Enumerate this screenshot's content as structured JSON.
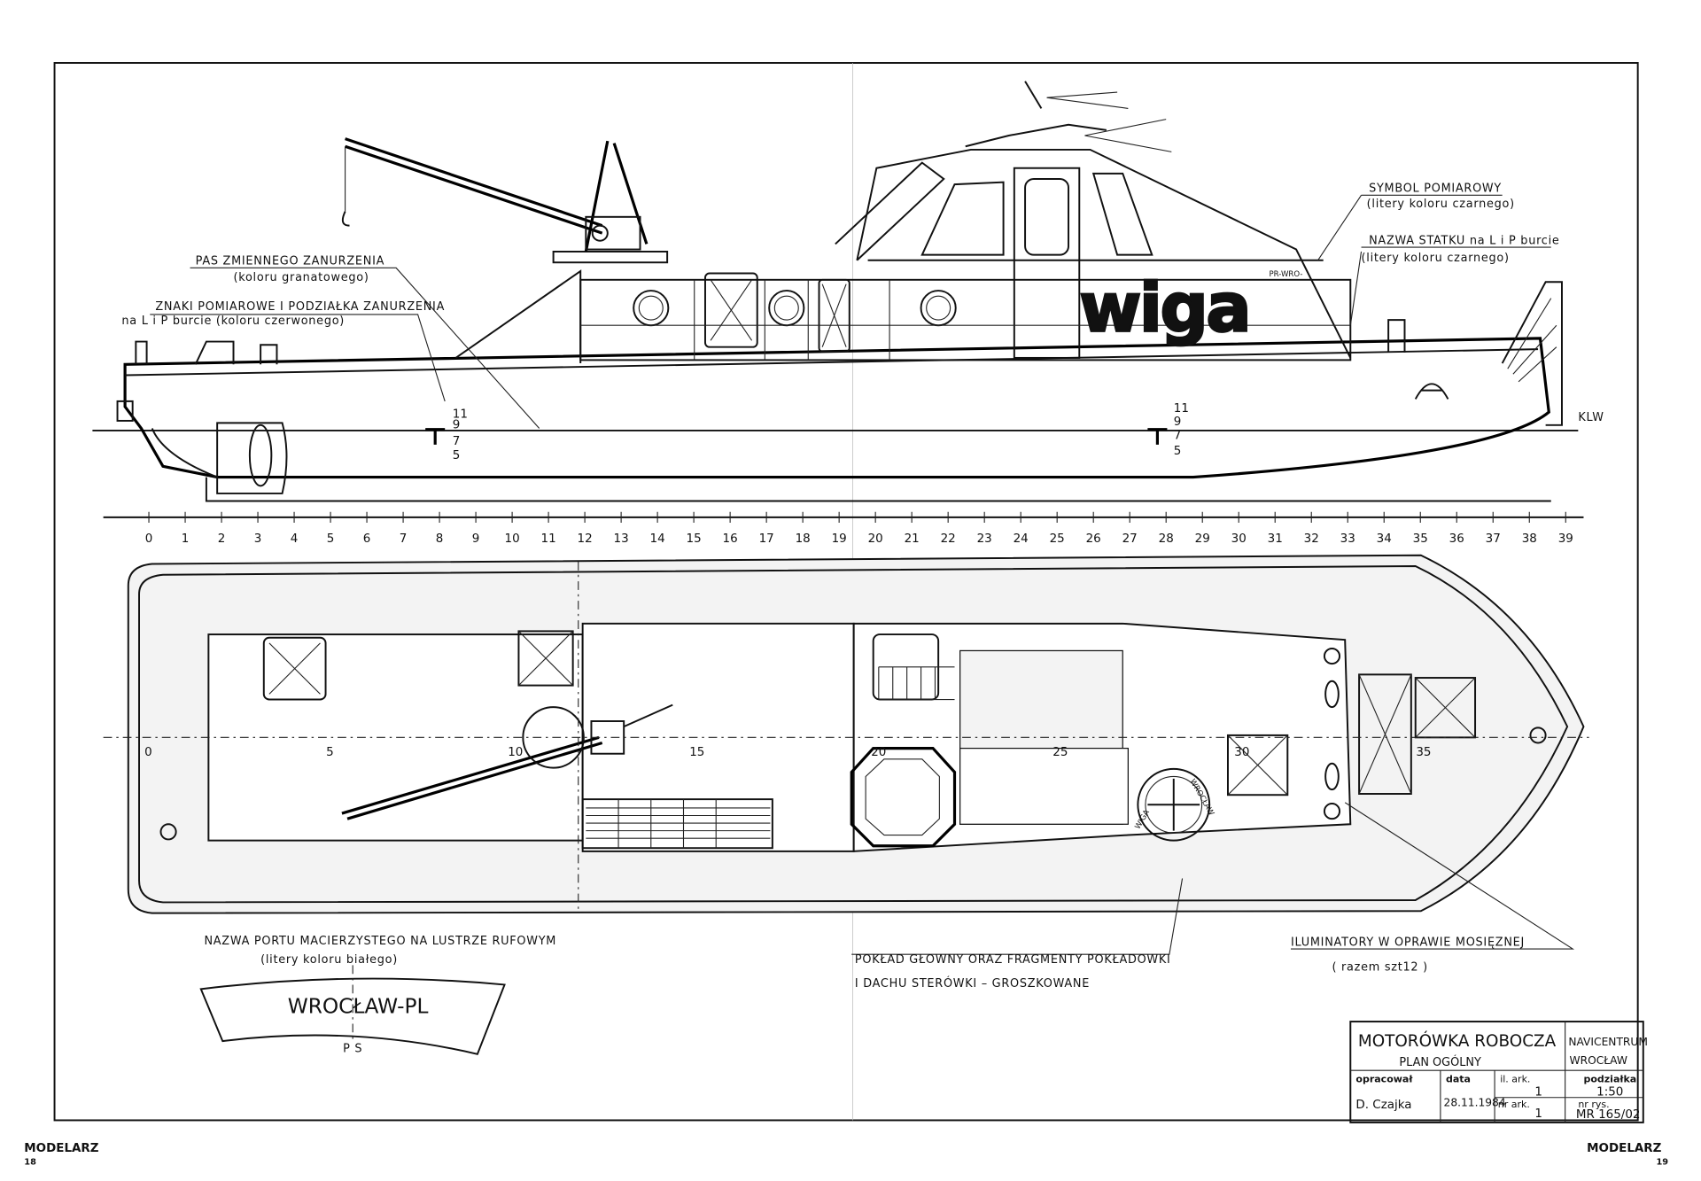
{
  "profile_labels": {
    "pas_title": "PAS  ZMIENNEGO  ZANURZENIA",
    "pas_sub": "(koloru  granatowego)",
    "znaki_title": "ZNAKI POMIAROWE I PODZIAŁKA ZANURZENIA",
    "znaki_sub": "na L i P burcie  (koloru  czerwonego)",
    "symbol_title": "SYMBOL  POMIAROWY",
    "symbol_sub": "(litery  koloru czarnego)",
    "nazwa_title": "NAZWA   STATKU  na L i P burcie",
    "nazwa_sub": "(litery koloru  czarnego)",
    "boat_name": "wiga",
    "hull_reg": "PR-WRO-",
    "klw": "KLW",
    "draft_marks": [
      "11",
      "9",
      "7",
      "5"
    ]
  },
  "frames": [
    "0",
    "1",
    "2",
    "3",
    "4",
    "5",
    "6",
    "7",
    "8",
    "9",
    "10",
    "11",
    "12",
    "13",
    "14",
    "15",
    "16",
    "17",
    "18",
    "19",
    "20",
    "21",
    "22",
    "23",
    "24",
    "25",
    "26",
    "27",
    "28",
    "29",
    "30",
    "31",
    "32",
    "33",
    "34",
    "35",
    "36",
    "37",
    "38",
    "39"
  ],
  "plan_frames": [
    "0",
    "5",
    "10",
    "15",
    "20",
    "25",
    "30",
    "35"
  ],
  "plan_labels": {
    "port_title": "NAZWA   PORTU   MACIERZYSTEGO   NA LUSTRZE RUFOWYM",
    "port_sub": "(litery  koloru  białego)",
    "transom_name": "WROCŁAW-PL",
    "ps": "P S",
    "deck_title": "POKŁAD  GŁOWNY ORAZ  FRAGMENTY  POKŁADOWKI",
    "deck_sub": "I  DACHU  STERÓWKI  –  GROSZKOWANE",
    "ilum_title": "ILUMINATORY  W  OPRAWIE  MOSIĘZNEJ",
    "ilum_sub": "( razem   szt12 )",
    "hatch_name_1": "WIGA",
    "hatch_name_2": "WROCŁAW"
  },
  "title_block": {
    "title": "MOTORÓWKA  ROBOCZA",
    "subtitle": "PLAN     OGÓLNY",
    "company": "NAVICENTRUM",
    "city": "WROCŁAW",
    "author_label": "opracował",
    "author": "D.  Czajka",
    "date_label": "data",
    "date": "28.11.1984",
    "sheets_label": "il. ark.",
    "sheets": "1",
    "sheet_no_label": "nr ark.",
    "sheet_no": "1",
    "scale_label": "podziałka",
    "scale": "1:50",
    "drawing_no_label": "nr rys.",
    "drawing_no": "MR 165/02"
  },
  "footer": {
    "left_brand": "MODELARZ",
    "left_page": "18",
    "right_brand": "MODELARZ",
    "right_page": "19"
  }
}
